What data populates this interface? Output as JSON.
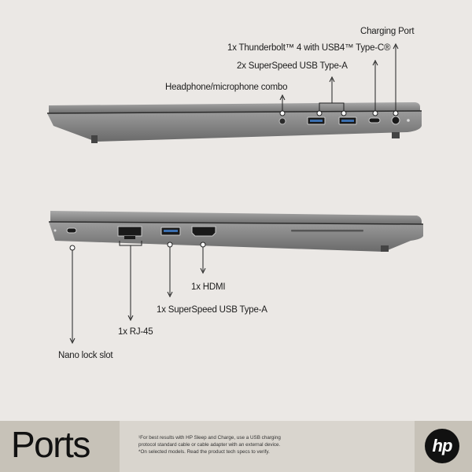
{
  "labels": {
    "charging_port": "Charging Port",
    "thunderbolt": "1x Thunderbolt™ 4 with USB4™ Type-C®",
    "usb_a_2x": "2x SuperSpeed USB Type-A",
    "headphone": "Headphone/microphone combo",
    "hdmi": "1x HDMI",
    "usb_a_1x": "1x SuperSpeed USB Type-A",
    "rj45": "1x RJ-45",
    "nano_lock": "Nano lock slot"
  },
  "footer": {
    "title": "Ports",
    "note_line1": "¹For best results with HP Sleep and Charge, use a USB charging",
    "note_line2": "protocol standard cable or cable adapter with an external device.",
    "note_line3": "*On selected models. Read the product tech specs to verify.",
    "logo": "hp"
  },
  "colors": {
    "background": "#ebe8e5",
    "laptop_body": "#8a8a8a",
    "footer_dark": "#c7c2b8",
    "footer_light": "#d9d5ce"
  }
}
